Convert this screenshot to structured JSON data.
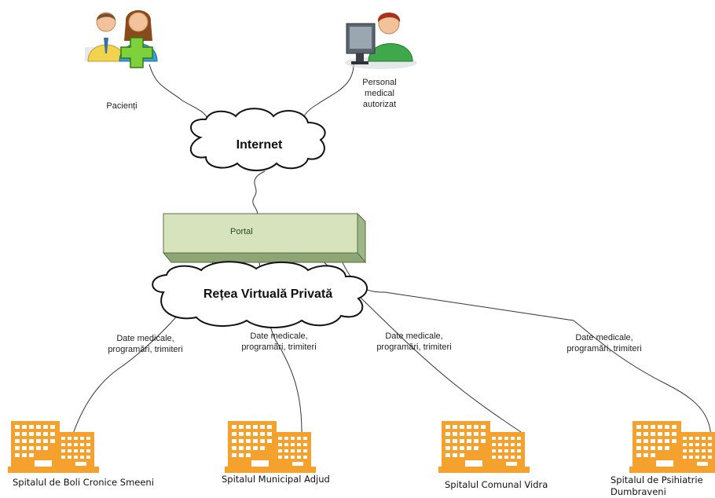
{
  "users": {
    "patients_label": "Pacienți",
    "staff_label": "Personal\nmedical\nautorizat"
  },
  "clouds": {
    "internet_label": "Internet",
    "vpn_label": "Rețea Virtuală Privată"
  },
  "portal": {
    "label": "Portal"
  },
  "links": [
    {
      "label": "Date medicale,\nprogramări, trimiteri"
    },
    {
      "label": "Date medicale,\nprogramări, trimiteri"
    },
    {
      "label": "Date medicale,\nprogramări, trimiteri"
    },
    {
      "label": "Date medicale,\nprogramări, trimiteri"
    }
  ],
  "hospitals": [
    {
      "name": "Spitalul de Boli Cronice Smeeni"
    },
    {
      "name": "Spitalul Municipal Adjud"
    },
    {
      "name": "Spitalul Comunal Vidra"
    },
    {
      "name": "Spitalul de Psihiatrie\nDumbraveni"
    }
  ],
  "colors": {
    "hospital": "#f4a12e",
    "portal_fill": "#d6e3bd",
    "portal_border": "#56703f",
    "cloud_stroke": "#111111"
  },
  "icons": {
    "patients": "patients-icon",
    "staff": "staff-at-computer-icon",
    "hospital": "hospital-building-icon"
  }
}
